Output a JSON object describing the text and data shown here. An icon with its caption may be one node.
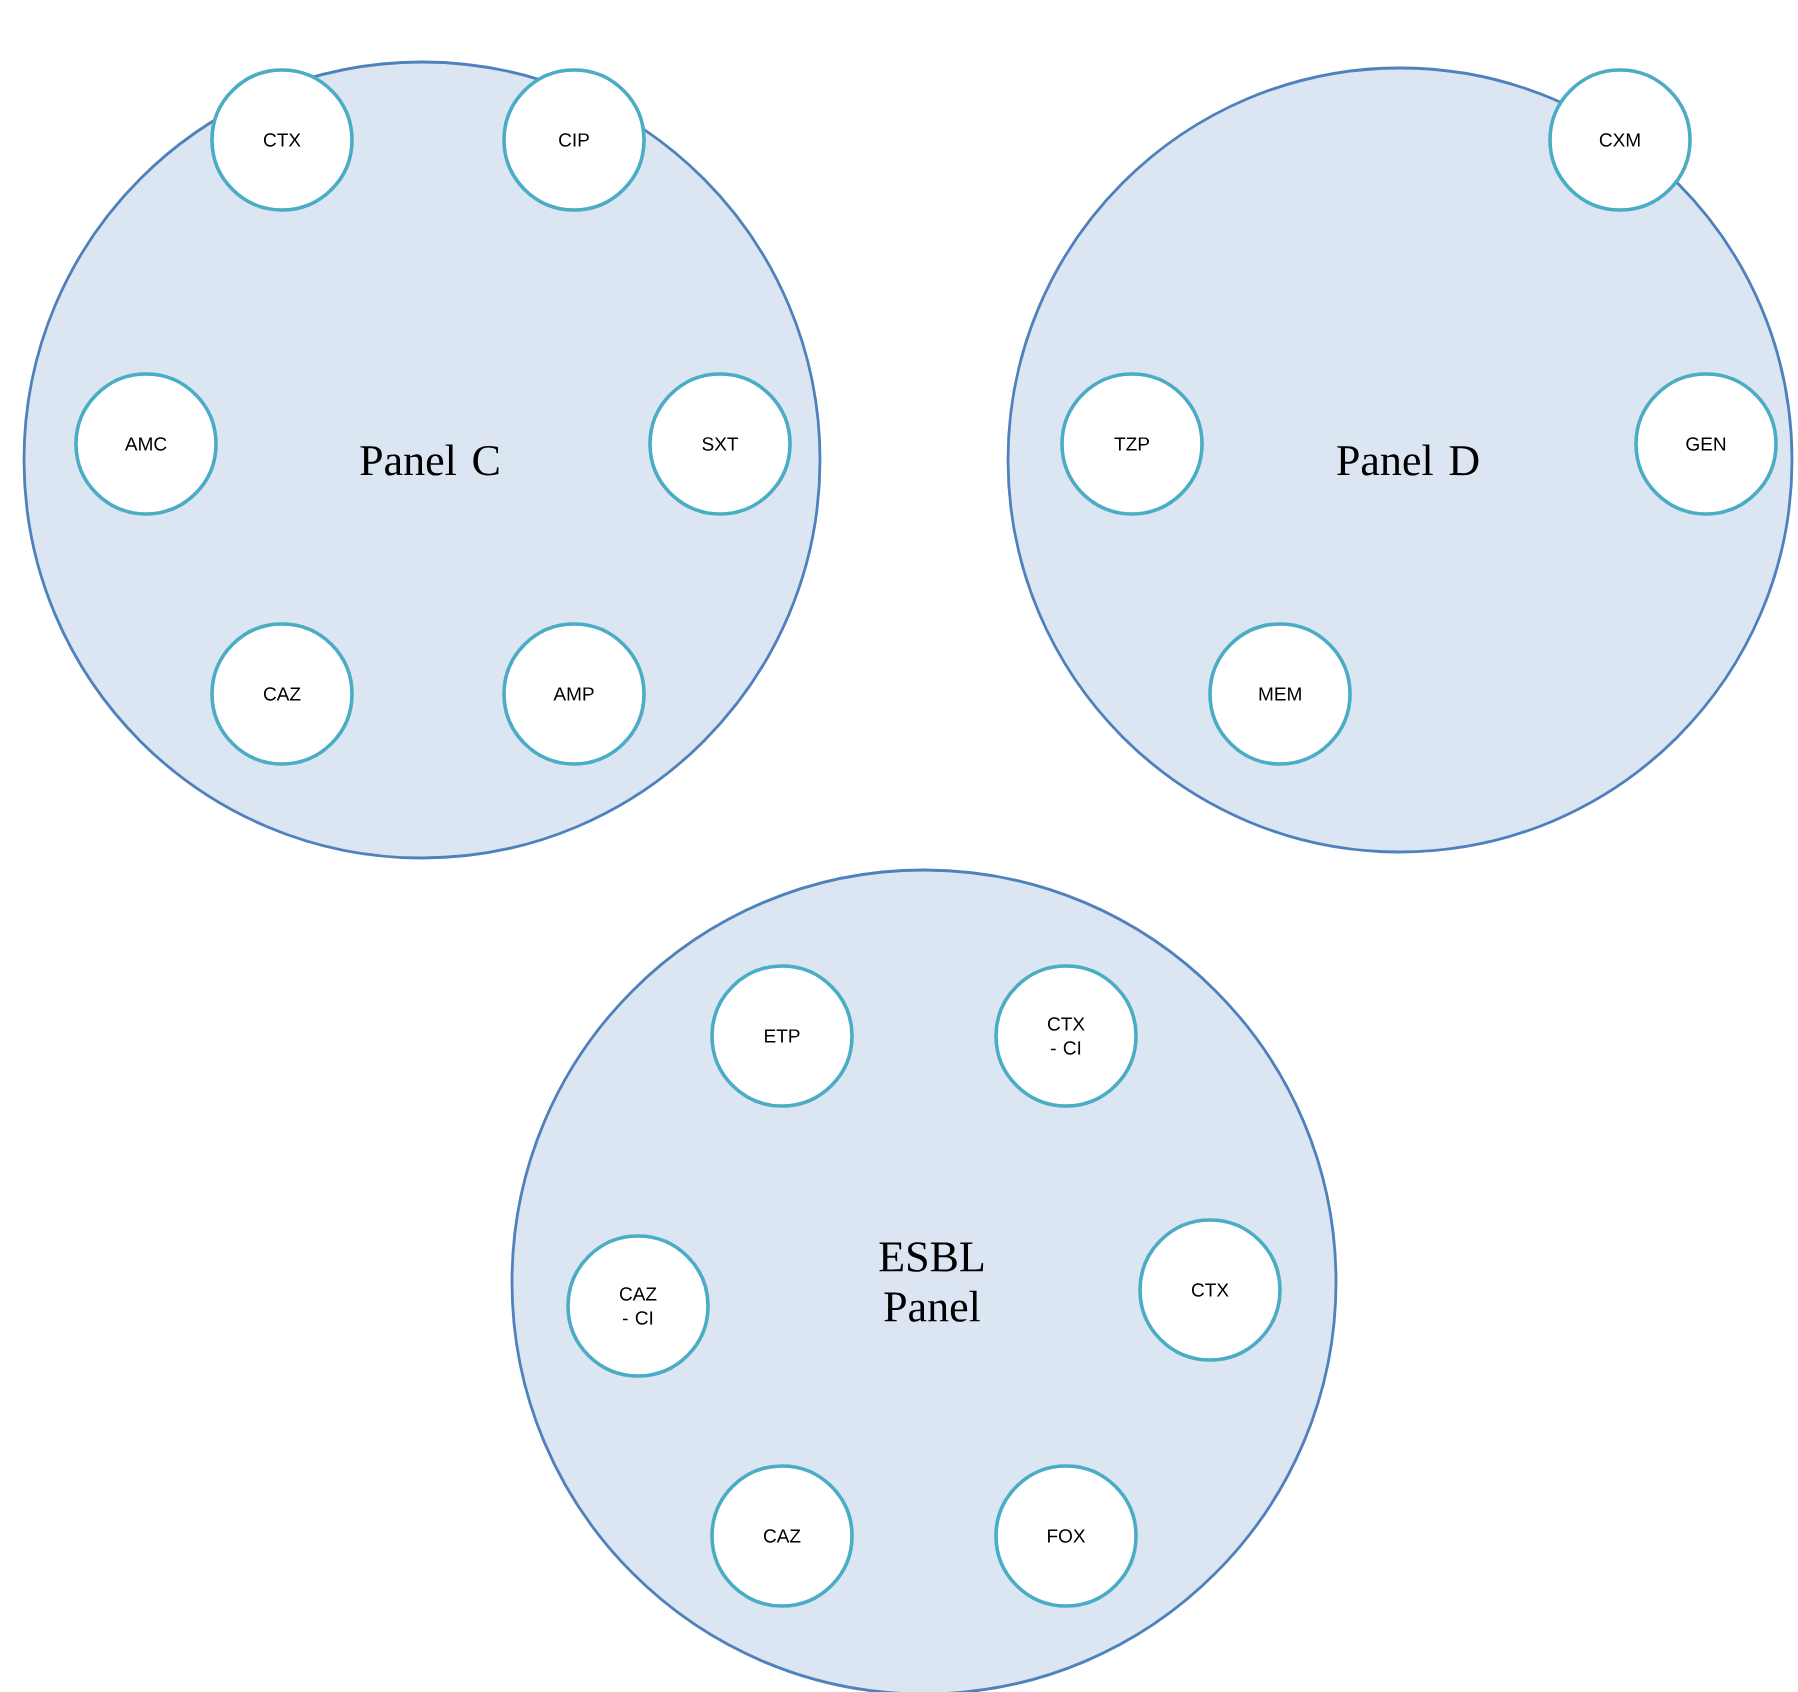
{
  "diagram": {
    "nodes": [
      {
        "text": [
          "Panel C"
        ]
      },
      {
        "text": [
          "CTX"
        ],
        "in": 0
      },
      {
        "text": [
          "CIP"
        ],
        "in": 0
      },
      {
        "text": [
          "AMC"
        ],
        "in": 0
      },
      {
        "text": [
          "SXT"
        ],
        "in": 0
      },
      {
        "text": [
          "CAZ"
        ],
        "in": 0
      },
      {
        "text": [
          "AMP"
        ],
        "in": 0
      },
      {
        "text": [
          "Panel D"
        ]
      },
      {
        "text": [
          "CXM"
        ],
        "in": 7
      },
      {
        "text": [
          "TZP"
        ],
        "in": 7
      },
      {
        "text": [
          "GEN"
        ],
        "in": 7
      },
      {
        "text": [
          "MEM"
        ],
        "in": 7
      },
      {
        "text": [
          "ESBL Panel"
        ]
      },
      {
        "text": [
          "ETP"
        ],
        "in": 12
      },
      {
        "text": [
          "CTX - CI"
        ],
        "in": 12
      },
      {
        "text": [
          "CAZ - CI"
        ],
        "in": 12
      },
      {
        "text": [
          "CTX"
        ],
        "in": 12
      },
      {
        "text": [
          "CAZ"
        ],
        "in": 12
      },
      {
        "text": [
          "FOX"
        ],
        "in": 12
      }
    ]
  }
}
